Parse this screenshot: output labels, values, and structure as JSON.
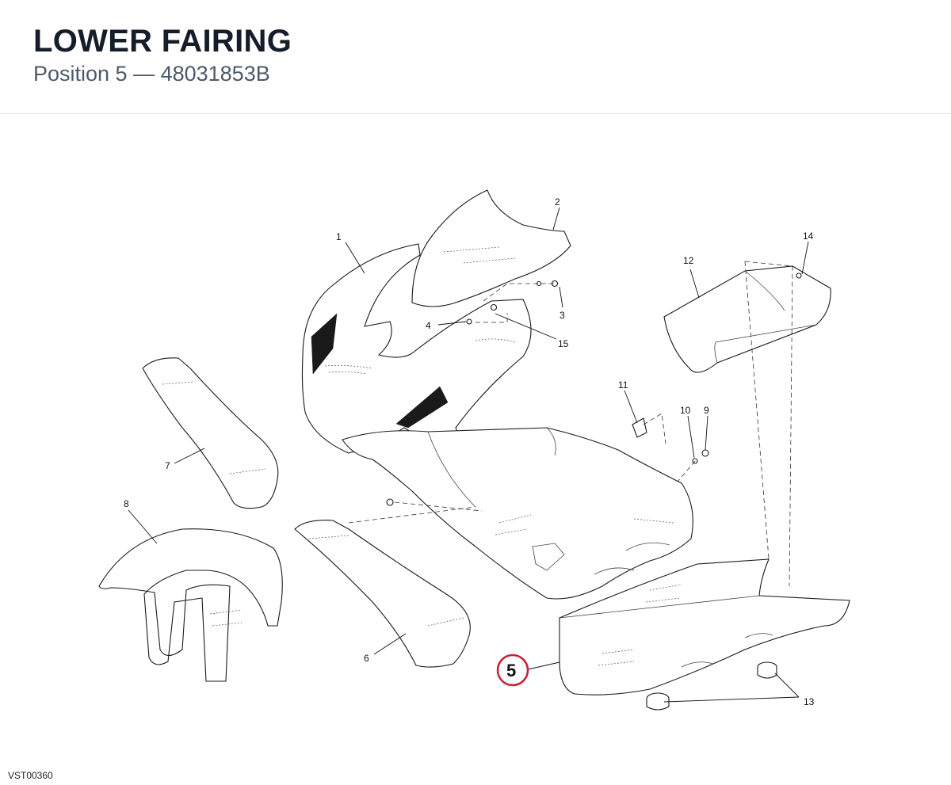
{
  "header": {
    "title": "LOWER FAIRING",
    "subtitle": "Position 5 — 48031853B"
  },
  "callouts": {
    "c1": "1",
    "c2": "2",
    "c3": "3",
    "c4": "4",
    "c6": "6",
    "c7": "7",
    "c8": "8",
    "c9": "9",
    "c10": "10",
    "c11": "11",
    "c12": "12",
    "c13": "13",
    "c14": "14",
    "c15": "15"
  },
  "highlight": {
    "label": "5",
    "color": "#c8202e"
  },
  "footer": {
    "code": "VST00360"
  }
}
